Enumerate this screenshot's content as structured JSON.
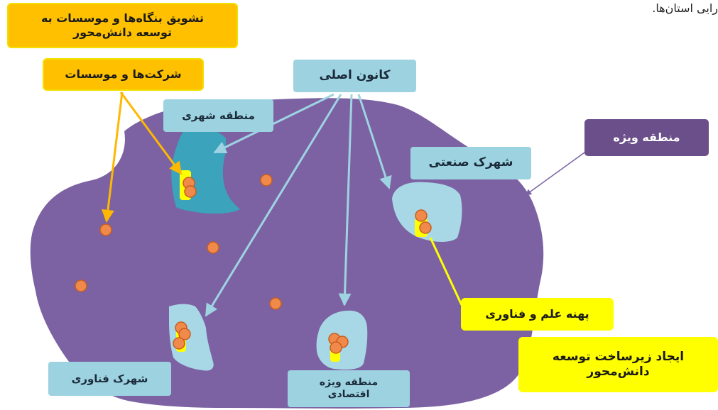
{
  "header_fragment": "رایی استان‌ها.",
  "labels": {
    "encourage": "تشویق بنگاه‌ها و موسسات به\nتوسعه دانش‌محور",
    "companies": "شرکت‌ها و موسسات",
    "main_hub": "کانون اصلی",
    "urban_area": "منطقه شهری",
    "special_zone": "منطقه ویژه",
    "industrial_town": "شهرک صنعتی",
    "science_tech_zone": "پهنه علم و فناوری",
    "infrastructure": "ایجاد زیرساخت توسعه\nدانش‌محور",
    "tech_town": "شهرک فناوری",
    "special_economic_zone": "منطقه ویژه\nاقتصادی"
  },
  "colors": {
    "region": "#7c62a3",
    "zone_fill": "#a8d8e6",
    "urban_fill": "#3ba3bc",
    "arrow_blue": "#9fd3e2",
    "arrow_orange": "#ffb800",
    "arrow_yellow": "#ffff00",
    "dot": "#f08a4b",
    "dot_stroke": "#c85d1e",
    "highlight": "#ffff00"
  }
}
